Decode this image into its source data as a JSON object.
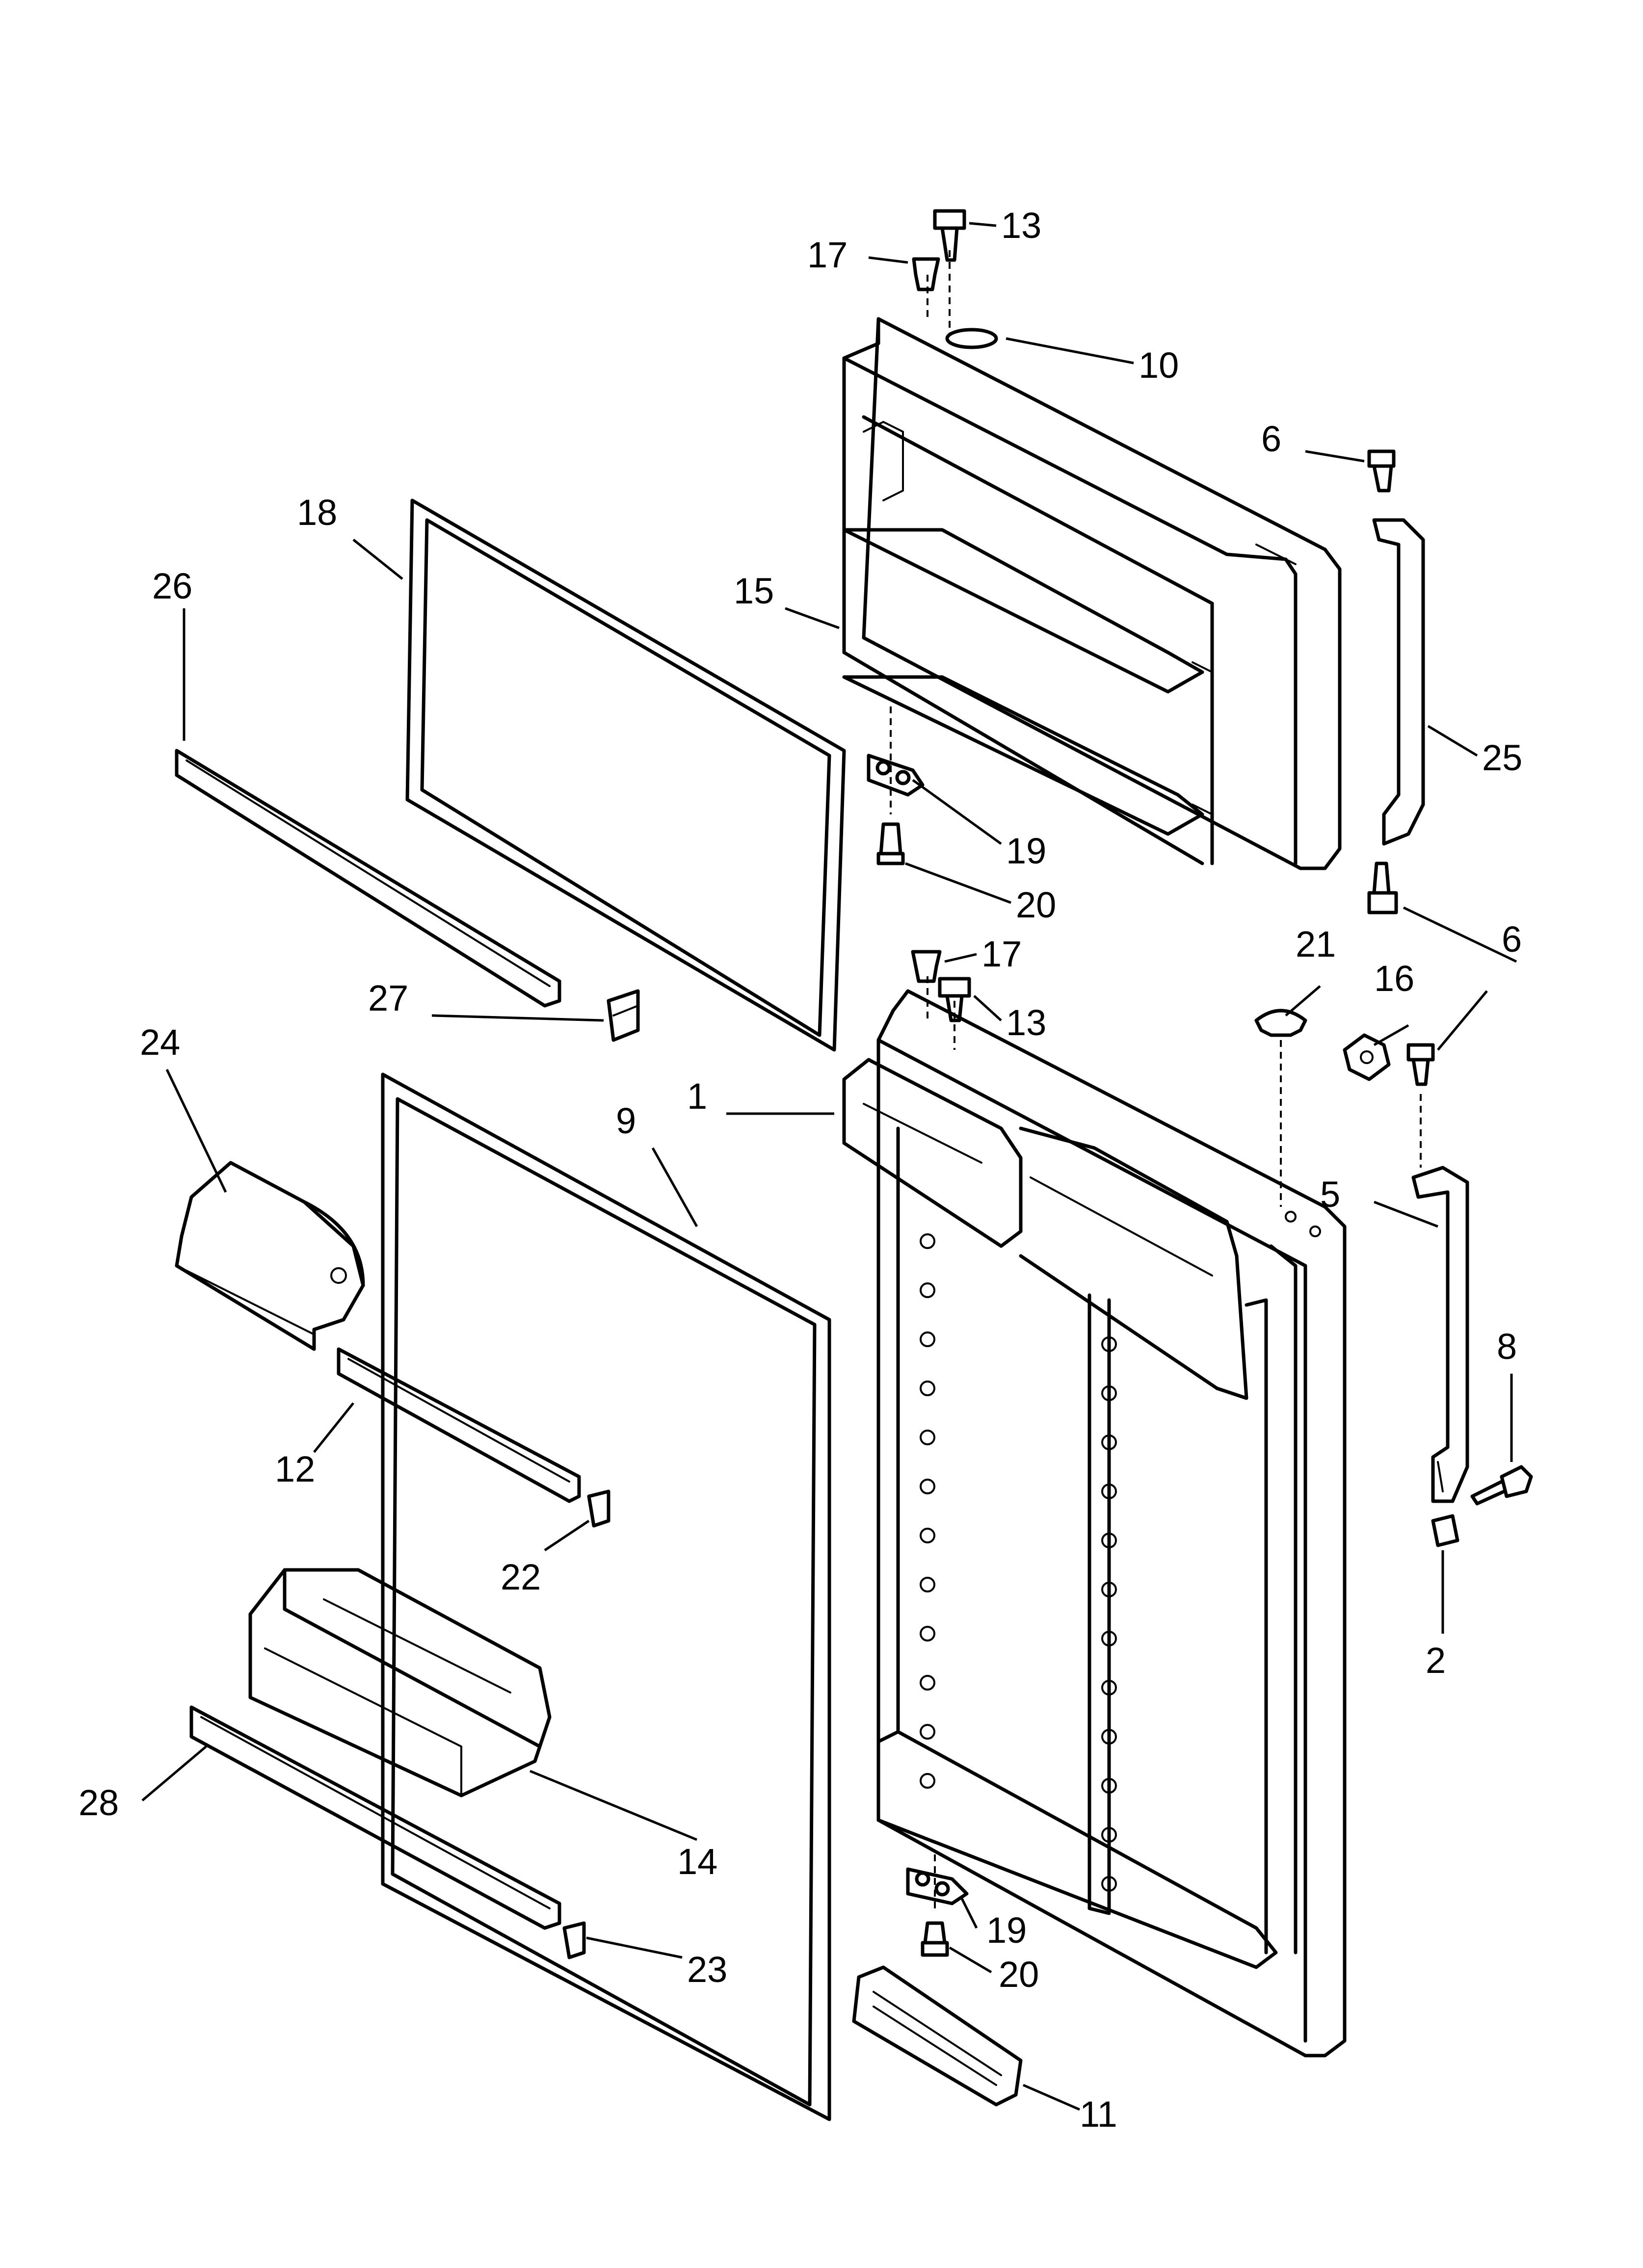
{
  "diagram": {
    "callouts": [
      {
        "id": "c13a",
        "label": "13"
      },
      {
        "id": "c17a",
        "label": "17"
      },
      {
        "id": "c10",
        "label": "10"
      },
      {
        "id": "c6a",
        "label": "6"
      },
      {
        "id": "c18",
        "label": "18"
      },
      {
        "id": "c26",
        "label": "26"
      },
      {
        "id": "c15",
        "label": "15"
      },
      {
        "id": "c25",
        "label": "25"
      },
      {
        "id": "c19a",
        "label": "19"
      },
      {
        "id": "c20a",
        "label": "20"
      },
      {
        "id": "c6b",
        "label": "6"
      },
      {
        "id": "c21",
        "label": "21"
      },
      {
        "id": "c17b",
        "label": "17"
      },
      {
        "id": "c16",
        "label": "16"
      },
      {
        "id": "c27",
        "label": "27"
      },
      {
        "id": "c13b",
        "label": "13"
      },
      {
        "id": "c24",
        "label": "24"
      },
      {
        "id": "c1",
        "label": "1"
      },
      {
        "id": "c9",
        "label": "9"
      },
      {
        "id": "c5",
        "label": "5"
      },
      {
        "id": "c8",
        "label": "8"
      },
      {
        "id": "c12",
        "label": "12"
      },
      {
        "id": "c22",
        "label": "22"
      },
      {
        "id": "c2",
        "label": "2"
      },
      {
        "id": "c28",
        "label": "28"
      },
      {
        "id": "c14",
        "label": "14"
      },
      {
        "id": "c19b",
        "label": "19"
      },
      {
        "id": "c23",
        "label": "23"
      },
      {
        "id": "c20b",
        "label": "20"
      },
      {
        "id": "c11",
        "label": "11"
      }
    ]
  }
}
